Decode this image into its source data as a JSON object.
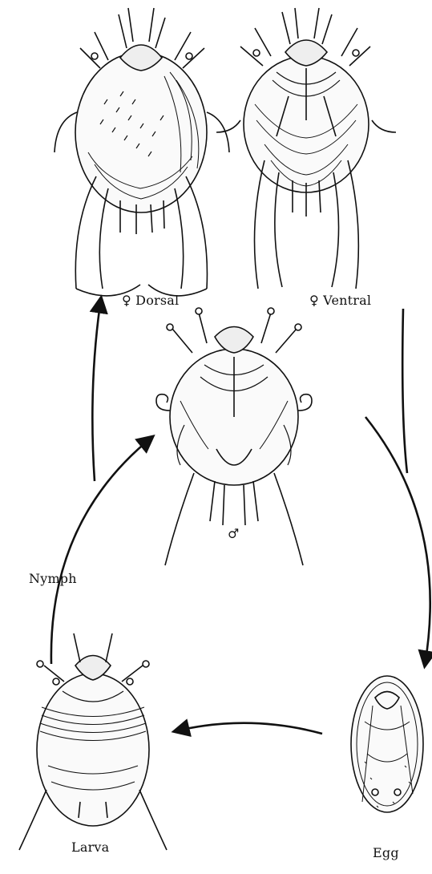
{
  "labels": {
    "female_dorsal": "♀ Dorsal",
    "female_ventral": "♀ Ventral",
    "male": "♂",
    "nymph": "Nymph",
    "larva": "Larva",
    "egg": "Egg"
  }
}
